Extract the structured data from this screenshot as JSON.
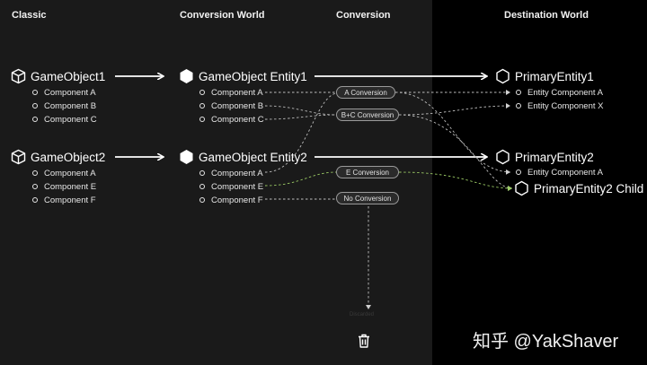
{
  "headers": {
    "classic": "Classic",
    "conversion_world": "Conversion World",
    "conversion": "Conversion",
    "destination_world": "Destination World"
  },
  "classic": {
    "objects": [
      {
        "label": "GameObject1",
        "icon": "cube-icon",
        "components": [
          "Component A",
          "Component B",
          "Component C"
        ]
      },
      {
        "label": "GameObject2",
        "icon": "cube-icon",
        "components": [
          "Component A",
          "Component E",
          "Component F"
        ]
      }
    ]
  },
  "conversion_world": {
    "entities": [
      {
        "label": "GameObject Entity1",
        "icon": "filled-hexagon-icon",
        "components": [
          "Component A",
          "Component B",
          "Component C"
        ]
      },
      {
        "label": "GameObject Entity2",
        "icon": "filled-hexagon-icon",
        "components": [
          "Component A",
          "Component E",
          "Component F"
        ]
      }
    ]
  },
  "conversion": {
    "systems": [
      "A Conversion",
      "B+C Conversion",
      "E Conversion",
      "No Conversion"
    ],
    "discard_label": "Discarded",
    "discard_icon": "trash-icon"
  },
  "destination_world": {
    "entities": [
      {
        "label": "PrimaryEntity1",
        "icon": "hexagon-outline-icon",
        "components": [
          "Entity Component A",
          "Entity Component X"
        ]
      },
      {
        "label": "PrimaryEntity2",
        "icon": "hexagon-outline-icon",
        "components": [
          "Entity Component A"
        ]
      },
      {
        "label": "PrimaryEntity2 Child",
        "icon": "hexagon-outline-icon",
        "components": []
      }
    ]
  },
  "watermark": "知乎 @YakShaver",
  "colors": {
    "background": "#1a1a1a",
    "destination_background": "#000000",
    "text": "#ffffff",
    "dashed_line": "#bdbdbd",
    "e_conversion_line": "#9ccc65"
  }
}
